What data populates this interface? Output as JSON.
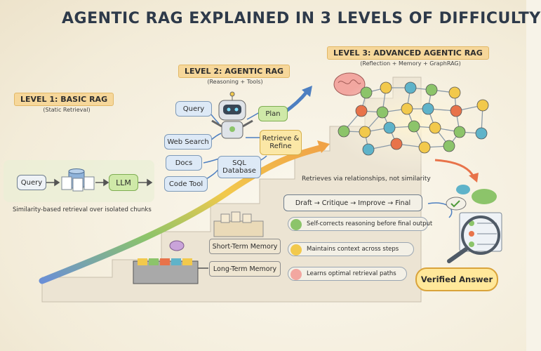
{
  "title": "AGENTIC RAG EXPLAINED IN 3 LEVELS OF DIFFICULTY",
  "level1": {
    "banner": "LEVEL 1: BASIC RAG",
    "subtitle": "(Static Retrieval)",
    "query": "Query",
    "llm": "LLM",
    "caption": "Similarity-based retrieval over isolated chunks"
  },
  "level2": {
    "banner": "LEVEL 2: AGENTIC RAG",
    "subtitle": "(Reasoning + Tools)",
    "query": "Query",
    "plan": "Plan",
    "web_search": "Web Search",
    "retrieve_refine": "Retrieve & Refine",
    "docs": "Docs",
    "sql_database": "SQL Database",
    "code_tool": "Code Tool",
    "short_term_memory": "Short-Term Memory",
    "long_term_memory": "Long-Term Memory"
  },
  "level3": {
    "banner": "LEVEL 3: ADVANCED AGENTIC RAG",
    "subtitle": "(Reflection + Memory + GraphRAG)",
    "relationships_note": "Retrieves via relationships, not similarity",
    "loop": "Draft → Critique → Improve → Final",
    "features": [
      "Self-corrects reasoning before final output",
      "Maintains context across steps",
      "Learns optimal retrieval paths"
    ],
    "verified": "Verified Answer"
  },
  "colors": {
    "banner": "#f6d79a",
    "green_box": "#cfe9a8",
    "yellow_box": "#fbe7a6",
    "tool_box": "#dde9f6",
    "verified": "#ffe89a",
    "arrow_start": "#6a8fd6",
    "arrow_end": "#f0a347"
  },
  "icons": [
    "database-icon",
    "document-stack-icon",
    "robot-icon",
    "brain-icon",
    "knowledge-graph-icon",
    "magnifier-checklist-icon",
    "check-icon",
    "chart-icon",
    "chat-bubble-icon",
    "folder-icon",
    "file-drawer-icon"
  ]
}
